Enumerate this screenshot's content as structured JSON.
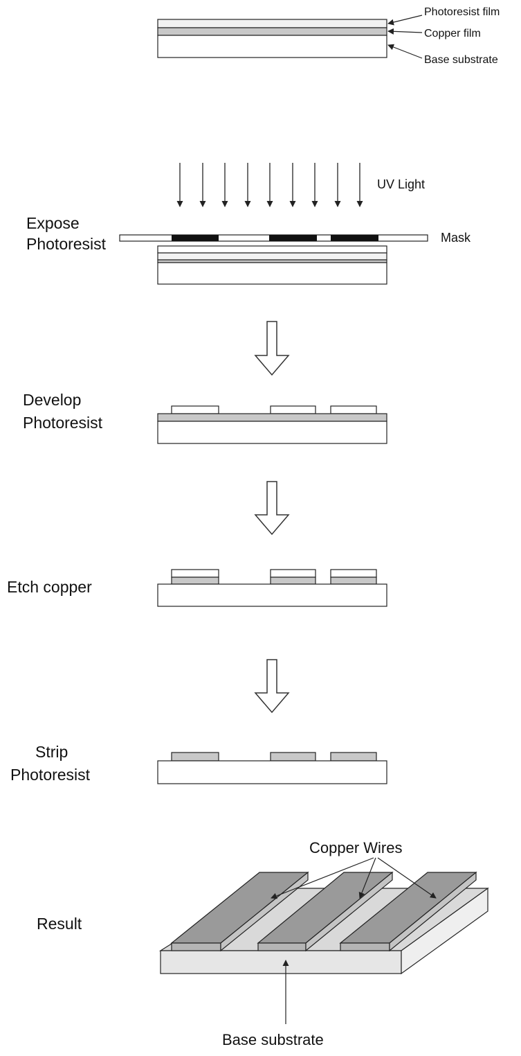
{
  "labels": {
    "photoresist_film": "Photoresist film",
    "copper_film": "Copper film",
    "base_substrate_top": "Base substrate",
    "uv_light": "UV Light",
    "mask": "Mask",
    "copper_wires": "Copper Wires",
    "base_substrate_bottom": "Base substrate"
  },
  "steps": {
    "expose": [
      "Expose",
      "Photoresist"
    ],
    "develop": [
      "Develop",
      "Photoresist"
    ],
    "etch": [
      "Etch copper"
    ],
    "strip": [
      "Strip",
      "Photoresist"
    ],
    "result": [
      "Result"
    ]
  },
  "colors": {
    "line": "#222222",
    "copper": "#c8c8c8",
    "photoresist": "#f2f2f2",
    "mask_opaque": "#111111",
    "wire_top": "#9a9a9a",
    "substrate_top": "#d9d9d9"
  }
}
